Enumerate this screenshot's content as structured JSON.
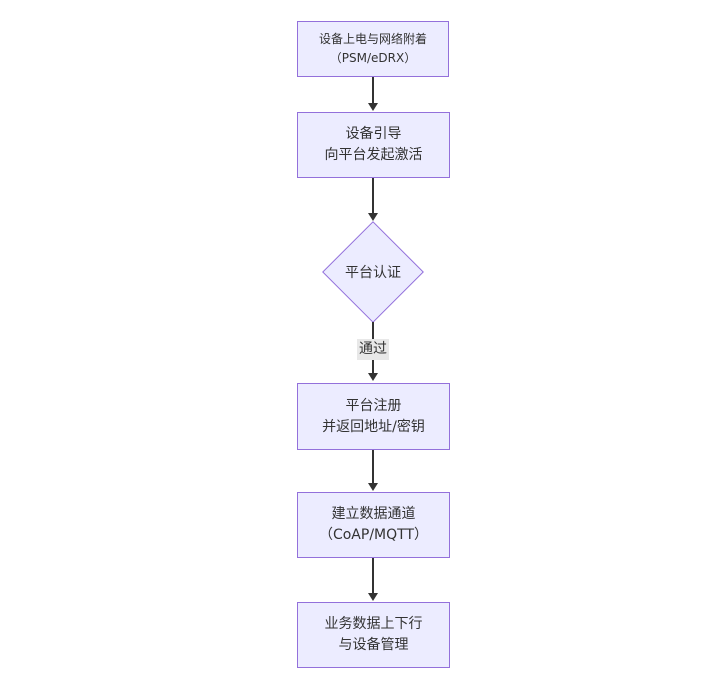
{
  "diagram": {
    "type": "flowchart",
    "direction": "top-down",
    "nodes": [
      {
        "id": "n1",
        "shape": "rect",
        "lines": [
          "设备上电与网络附着",
          "（PSM/eDRX）"
        ]
      },
      {
        "id": "n2",
        "shape": "rect",
        "lines": [
          "设备引导",
          "向平台发起激活"
        ]
      },
      {
        "id": "n3",
        "shape": "diamond",
        "lines": [
          "平台认证"
        ]
      },
      {
        "id": "n4",
        "shape": "rect",
        "lines": [
          "平台注册",
          "并返回地址/密钥"
        ]
      },
      {
        "id": "n5",
        "shape": "rect",
        "lines": [
          "建立数据通道",
          "（CoAP/MQTT）"
        ]
      },
      {
        "id": "n6",
        "shape": "rect",
        "lines": [
          "业务数据上下行",
          "与设备管理"
        ]
      }
    ],
    "edges": [
      {
        "from": "n1",
        "to": "n2",
        "label": ""
      },
      {
        "from": "n2",
        "to": "n3",
        "label": ""
      },
      {
        "from": "n3",
        "to": "n4",
        "label": "通过"
      },
      {
        "from": "n4",
        "to": "n5",
        "label": ""
      },
      {
        "from": "n5",
        "to": "n6",
        "label": ""
      }
    ],
    "colors": {
      "background": "#ffffff",
      "node_fill": "#ECECFF",
      "node_border": "#9370DB",
      "edge_line": "#333333",
      "edge_label_bg": "#e8e8e8",
      "text": "#333333"
    }
  }
}
